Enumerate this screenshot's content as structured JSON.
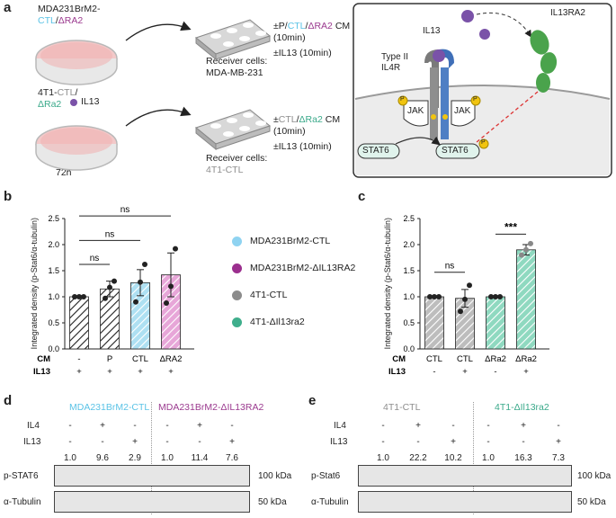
{
  "panel_a": {
    "label": "a",
    "top_source_line1": "MDA231BrM2-",
    "top_source_line2_ctl": "CTL",
    "top_source_line2_slash": "/",
    "top_source_line2_ra2": "ΔRA2",
    "top_cm_pm": "±P/",
    "top_cm_ctl": "CTL",
    "top_cm_slash": "/",
    "top_cm_ra2": "ΔRA2",
    "top_cm_suffix": " CM",
    "top_cm_time": "(10min)",
    "top_il13": "±IL13 (10min)",
    "top_receiver_line1": "Receiver cells:",
    "top_receiver_line2": "MDA-MB-231",
    "bottom_source_line1_a": "4T1-",
    "bottom_source_line1_ctl": "CTL",
    "bottom_source_line1_slash": "/",
    "bottom_source_line2": "ΔRa2",
    "bottom_il13": "IL13",
    "bottom_time": "72h",
    "bottom_cm_pm": "±",
    "bottom_cm_ctl": "CTL",
    "bottom_cm_slash": "/",
    "bottom_cm_ra2": "ΔRa2",
    "bottom_cm_suffix": " CM",
    "bottom_cm_time": "(10min)",
    "bottom_il13_treat": "±IL13 (10min)",
    "bottom_receiver_line1": "Receiver cells:",
    "bottom_receiver_line2": "4T1-CTL",
    "schematic": {
      "il13": "IL13",
      "il13ra2": "IL13RA2",
      "receptor_line1": "Type II",
      "receptor_line2": "IL4R",
      "jak_left": "JAK",
      "jak_right": "JAK",
      "p": "P",
      "stat6_left": "STAT6",
      "stat6_right": "STAT6"
    }
  },
  "panel_b": {
    "label": "b",
    "ylabel": "Integrated density (p-Stat6/α-tubulin)",
    "row_cm_label": "CM",
    "row_il13_label": "IL13",
    "cm_values": [
      "-",
      "P",
      "CTL",
      "ΔRA2"
    ],
    "il13_values": [
      "+",
      "+",
      "+",
      "+"
    ],
    "sig": [
      "ns",
      "ns",
      "ns"
    ],
    "chart_data": {
      "type": "bar",
      "categories": [
        "-",
        "P",
        "CTL",
        "ΔRA2"
      ],
      "values": [
        1.0,
        1.15,
        1.27,
        1.42
      ],
      "errors": [
        0.02,
        0.15,
        0.25,
        0.42
      ],
      "points": [
        [
          1.0,
          1.0,
          1.0
        ],
        [
          0.97,
          1.18,
          1.3
        ],
        [
          0.9,
          1.28,
          1.62
        ],
        [
          0.88,
          1.2,
          1.92
        ]
      ],
      "ylim": [
        0,
        2.5
      ],
      "yticks": [
        "0.0",
        "0.5",
        "1.0",
        "1.5",
        "2.0",
        "2.5"
      ],
      "bar_colors": [
        "#ffffff",
        "#ffffff",
        "#aee0f2",
        "#e7a6d8"
      ],
      "hatch_colors": [
        "#222222",
        "#222222",
        "#ffffff",
        "#ffffff"
      ]
    }
  },
  "legend": {
    "items": [
      {
        "label": "MDA231BrM2-CTL",
        "color": "#8fd3f1"
      },
      {
        "label": "MDA231BrM2-ΔIL13RA2",
        "color": "#9b2f8e"
      },
      {
        "label": "4T1-CTL",
        "color": "#8c8c8c"
      },
      {
        "label": "4T1-ΔIl13ra2",
        "color": "#3fae8c"
      }
    ]
  },
  "panel_c": {
    "label": "c",
    "ylabel": "Integrated density (p-Stat6/α-tubulin)",
    "row_cm_label": "CM",
    "row_il13_label": "IL13",
    "cm_values": [
      "CTL",
      "CTL",
      "ΔRa2",
      "ΔRa2"
    ],
    "il13_values": [
      "-",
      "+",
      "-",
      "+"
    ],
    "sig": [
      "ns",
      "***"
    ],
    "chart_data": {
      "type": "bar",
      "categories": [
        "CTL -",
        "CTL +",
        "ΔRa2 -",
        "ΔRa2 +"
      ],
      "values": [
        1.0,
        0.97,
        1.0,
        1.9
      ],
      "errors": [
        0.02,
        0.17,
        0.02,
        0.1
      ],
      "points": [
        [
          1.0,
          1.0,
          1.0
        ],
        [
          0.72,
          0.95,
          1.22
        ],
        [
          1.0,
          1.0,
          1.0
        ],
        [
          1.8,
          1.9,
          2.02
        ]
      ],
      "ylim": [
        0,
        2.5
      ],
      "yticks": [
        "0.0",
        "0.5",
        "1.0",
        "1.5",
        "2.0",
        "2.5"
      ],
      "bar_colors": [
        "#bdbdbd",
        "#bdbdbd",
        "#8fd9c0",
        "#8fd9c0"
      ],
      "hatch_colors": [
        "#ffffff",
        "#ffffff",
        "#ffffff",
        "#ffffff"
      ]
    }
  },
  "panel_d": {
    "label": "d",
    "group1": "MDA231BrM2-CTL",
    "group2": "MDA231BrM2-ΔIL13RA2",
    "il4_label": "IL4",
    "il13_label": "IL13",
    "il4": [
      "-",
      "+",
      "-",
      "-",
      "+",
      "-"
    ],
    "il13": [
      "-",
      "-",
      "+",
      "-",
      "-",
      "+"
    ],
    "values": [
      "1.0",
      "9.6",
      "2.9",
      "1.0",
      "11.4",
      "7.6"
    ],
    "row1_label": "p-STAT6",
    "row1_kda": "100 kDa",
    "row2_label": "α-Tubulin",
    "row2_kda": "50 kDa"
  },
  "panel_e": {
    "label": "e",
    "group1": "4T1-CTL",
    "group2": "4T1-ΔIl13ra2",
    "il4_label": "IL4",
    "il13_label": "IL13",
    "il4": [
      "-",
      "+",
      "-",
      "-",
      "+",
      "-"
    ],
    "il13": [
      "-",
      "-",
      "+",
      "-",
      "-",
      "+"
    ],
    "values": [
      "1.0",
      "22.2",
      "10.2",
      "1.0",
      "16.3",
      "7.3"
    ],
    "row1_label": "p-Stat6",
    "row1_kda": "100 kDa",
    "row2_label": "α-Tubulin",
    "row2_kda": "50 kDa"
  }
}
